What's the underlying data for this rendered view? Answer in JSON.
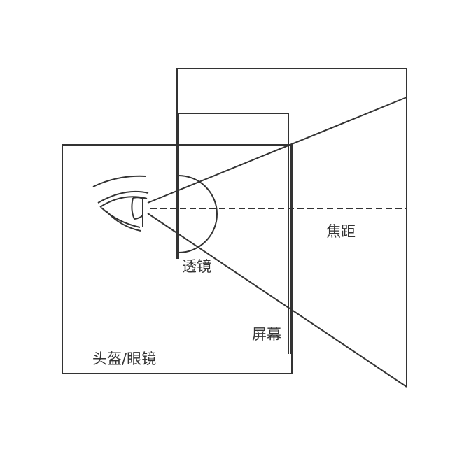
{
  "diagram": {
    "labels": {
      "lens": "透镜",
      "focal_length": "焦距",
      "screen": "屏幕",
      "helmet_glasses": "头盔/眼镜"
    },
    "colors": {
      "stroke": "#333333",
      "background": "#ffffff"
    },
    "icons": {
      "eye": "eye-icon"
    }
  }
}
